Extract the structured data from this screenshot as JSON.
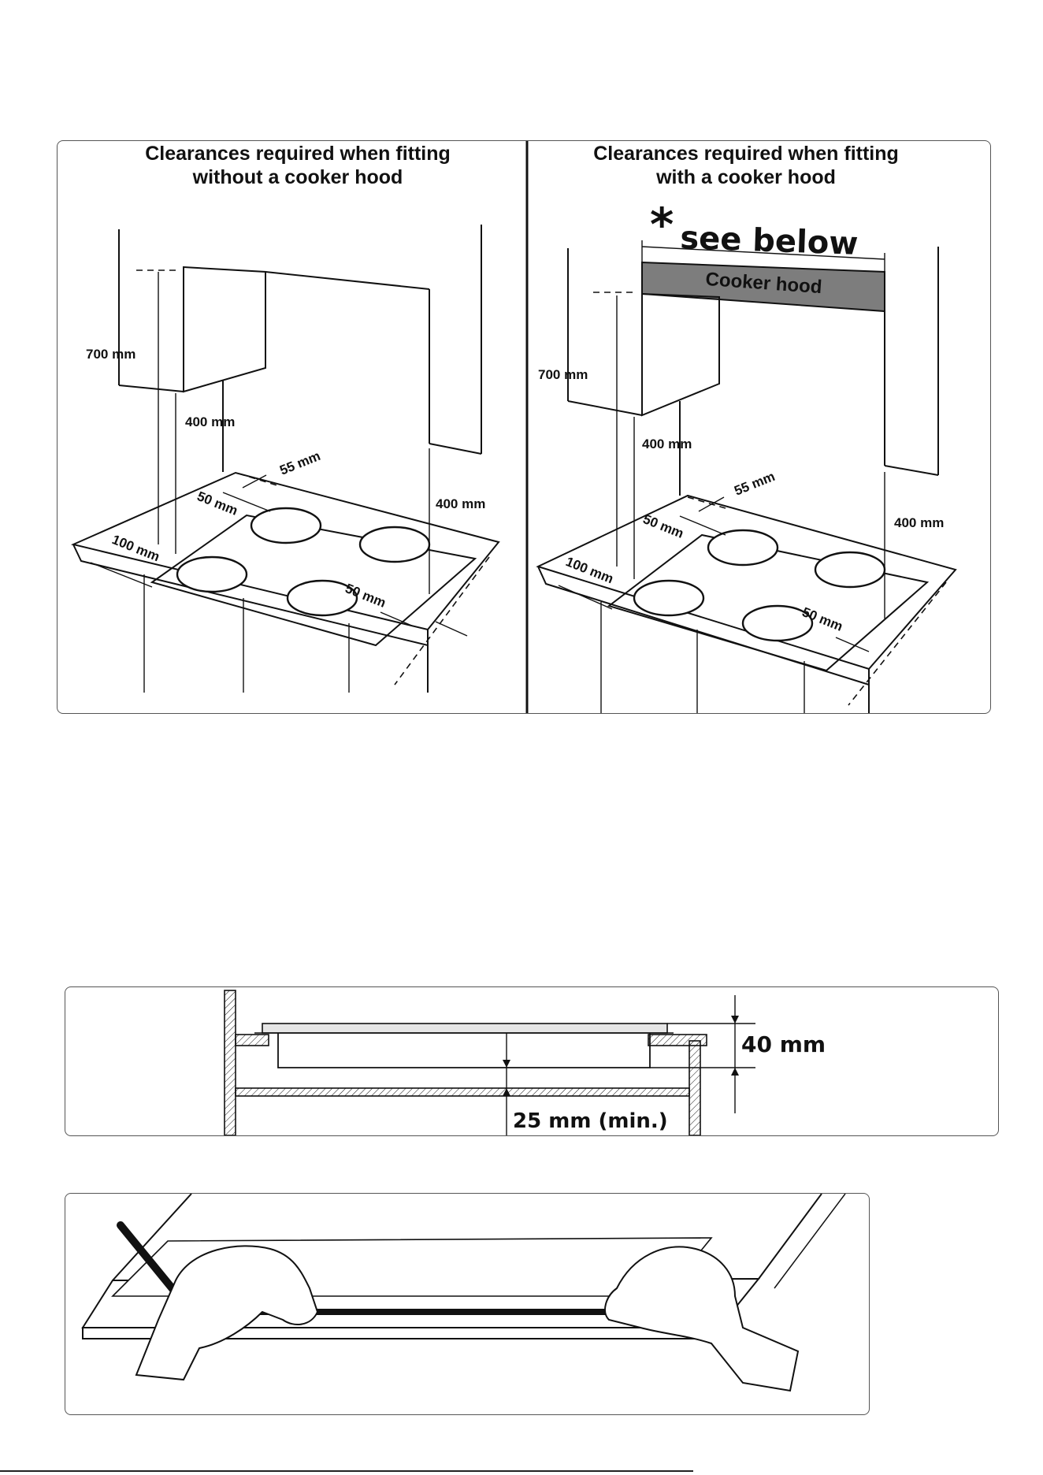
{
  "clearances": {
    "without_hood": {
      "title_line1": "Clearances required when fitting",
      "title_line2": "without a cooker hood",
      "dims": {
        "wall_unit_height": "700 mm",
        "unit_to_hob": "400 mm",
        "side_clearance": "400 mm",
        "back_clearance": "55 mm",
        "hob_back_edge": "50 mm",
        "front_edge": "100 mm",
        "hob_side_edge": "50 mm"
      }
    },
    "with_hood": {
      "title_line1": "Clearances required when fitting",
      "title_line2": "with a cooker hood",
      "note": "see below",
      "note_mark": "*",
      "hood_label": "Cooker hood",
      "dims": {
        "wall_unit_height": "700 mm",
        "unit_to_hob": "400 mm",
        "side_clearance": "400 mm",
        "back_clearance": "55 mm",
        "hob_back_edge": "50 mm",
        "front_edge": "100 mm",
        "hob_side_edge": "50 mm"
      }
    }
  },
  "section": {
    "hob_height": "40 mm",
    "min_gap": "25 mm (min.)"
  },
  "colors": {
    "hood_fill": "#7d7d7d",
    "line": "#111111"
  }
}
